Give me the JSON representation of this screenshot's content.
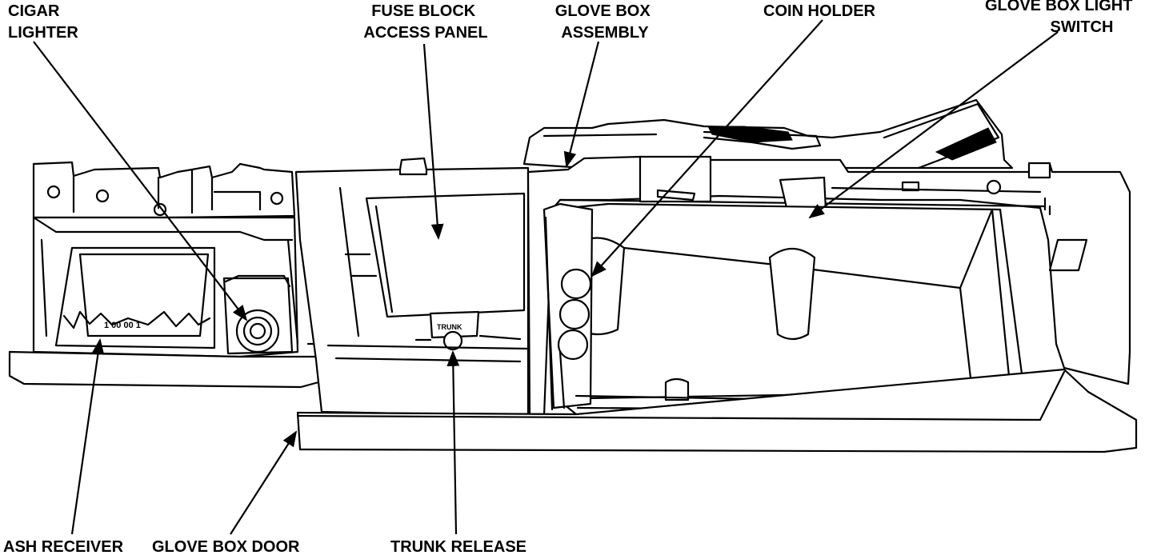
{
  "labels": {
    "cigar_lighter": [
      "CIGAR",
      "LIGHTER"
    ],
    "fuse_block_access_panel": [
      "FUSE BLOCK",
      "ACCESS PANEL"
    ],
    "glove_box_assembly": [
      "GLOVE BOX",
      "ASSEMBLY"
    ],
    "coin_holder": [
      "COIN HOLDER"
    ],
    "glove_box_light_switch": [
      "GLOVE BOX LIGHT",
      "SWITCH"
    ],
    "ash_receiver": [
      "ASH RECEIVER"
    ],
    "glove_box_door": [
      "GLOVE BOX DOOR"
    ],
    "trunk_release": [
      "TRUNK RELEASE"
    ]
  },
  "ash_receiver_marking": "1 00 00 1",
  "trunk_release_marking": "TRUNK"
}
